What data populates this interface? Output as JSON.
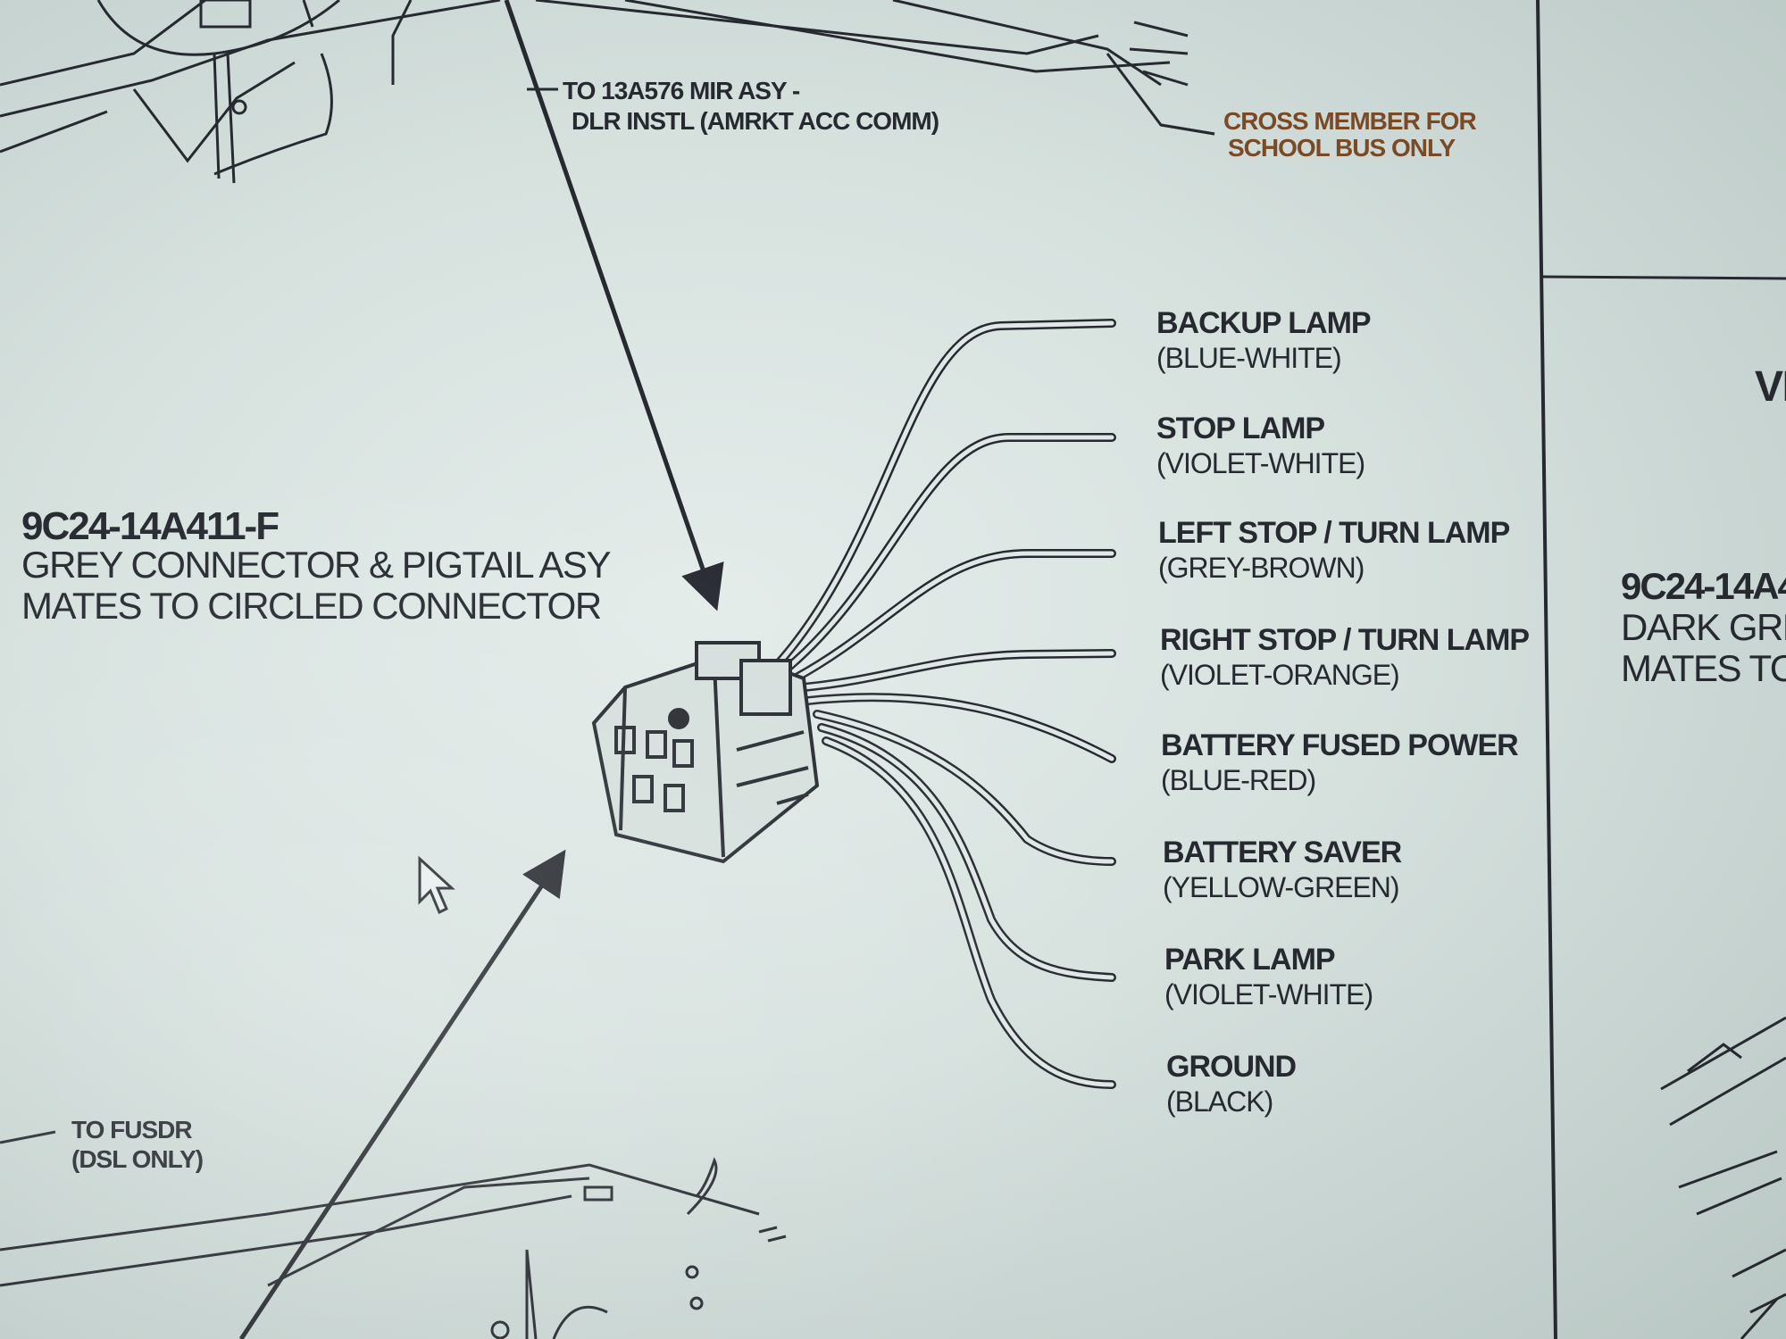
{
  "callouts": {
    "top_note_line1": "TO 13A576 MIR ASY -",
    "top_note_line2": "DLR INSTL (AMRKT ACC COMM)",
    "cross_member_line1": "CROSS MEMBER FOR",
    "cross_member_line2": "SCHOOL BUS ONLY",
    "fuel_sdr_line1": "TO FUSDR",
    "fuel_sdr_line2": "(DSL ONLY)"
  },
  "connector": {
    "part_number": "9C24-14A411-F",
    "description_line1": "GREY CONNECTOR & PIGTAIL ASY",
    "description_line2": "MATES TO CIRCLED CONNECTOR"
  },
  "wires": [
    {
      "name": "BACKUP LAMP",
      "color": "(BLUE-WHITE)"
    },
    {
      "name": "STOP LAMP",
      "color": "(VIOLET-WHITE)"
    },
    {
      "name": "LEFT STOP / TURN LAMP",
      "color": "(GREY-BROWN)"
    },
    {
      "name": "RIGHT STOP / TURN LAMP",
      "color": "(VIOLET-ORANGE)"
    },
    {
      "name": "BATTERY FUSED POWER",
      "color": "(BLUE-RED)"
    },
    {
      "name": "BATTERY SAVER",
      "color": "(YELLOW-GREEN)"
    },
    {
      "name": "PARK LAMP",
      "color": "(VIOLET-WHITE)"
    },
    {
      "name": "GROUND",
      "color": "(BLACK)"
    }
  ],
  "right_panel": {
    "cut_letters": "VI",
    "part_number_partial": "9C24-14A4",
    "description_line1_partial": "DARK GRE",
    "description_line2_partial": "MATES TO"
  },
  "colors": {
    "screen": "#dde6e4",
    "ink": "#262a30",
    "orange_note": "#7a4a26"
  },
  "icons": [
    "mouse-cursor-icon",
    "arrow-icon"
  ]
}
